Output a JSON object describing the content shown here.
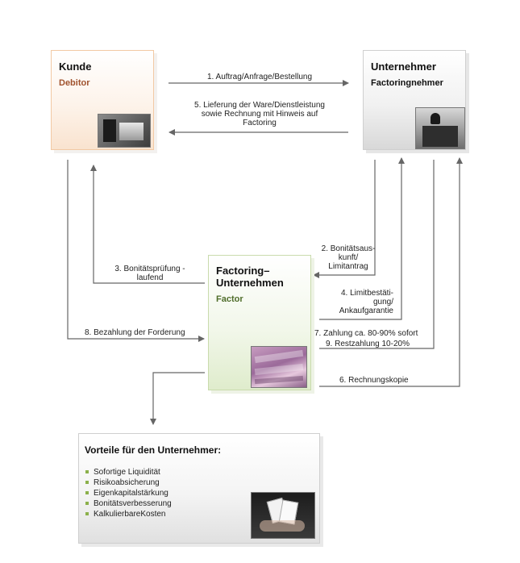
{
  "kunde": {
    "title": "Kunde",
    "subtitle": "Debitor",
    "subtitle_color": "#a0522d"
  },
  "unternehmer": {
    "title": "Unternehmer",
    "subtitle": "Factoringnehmer"
  },
  "factor": {
    "title_line1": "Factoring–",
    "title_line2": "Unternehmen",
    "subtitle": "Factor",
    "subtitle_color": "#4f6d2a"
  },
  "vorteile": {
    "title": "Vorteile für den Unternehmer:",
    "items": [
      "Sofortige Liquidität",
      "Risikoabsicherung",
      "Eigenkapitalstärkung",
      "Bonitätsverbesserung",
      "KalkulierbareKosten"
    ],
    "bullet_color": "#8bb04a"
  },
  "flows": {
    "f1": "1. Auftrag/Anfrage/Bestellung",
    "f5_l1": "5. Lieferung der Ware/Dienstleistung",
    "f5_l2": "sowie Rechnung mit Hinweis auf",
    "f5_l3": "Factoring",
    "f2_l1": "2. Bonitätsaus-",
    "f2_l2": "kunft/",
    "f2_l3": "Limitantrag",
    "f3_l1": "3. Bonitätsprüfung -",
    "f3_l2": "laufend",
    "f4_l1": "4. Limitbestäti-",
    "f4_l2": "gung/",
    "f4_l3": "Ankaufgarantie",
    "f7": "7. Zahlung ca. 80-90% sofort",
    "f9": "9. Restzahlung 10-20%",
    "f8": "8. Bezahlung der Forderung",
    "f6": "6. Rechnungskopie"
  },
  "colors": {
    "arrow": "#666666"
  }
}
